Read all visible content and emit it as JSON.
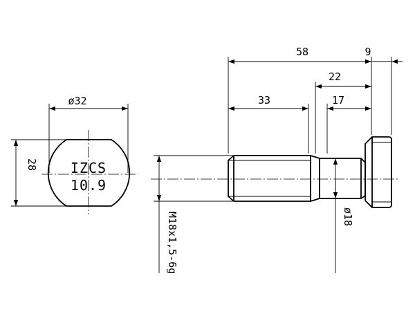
{
  "end_view": {
    "marking_line1": "IZCS",
    "marking_line2": "10.9",
    "dim_head_diameter": "ø32",
    "dim_flat_height": "28"
  },
  "side_view": {
    "dim_overall_length": "58",
    "dim_head_thickness": "9",
    "dim_shoulder_length": "22",
    "dim_collar_length": "17",
    "dim_thread_length": "33",
    "dim_thread_spec": "M18x1,5-6g",
    "dim_shank_diameter": "ø18"
  }
}
